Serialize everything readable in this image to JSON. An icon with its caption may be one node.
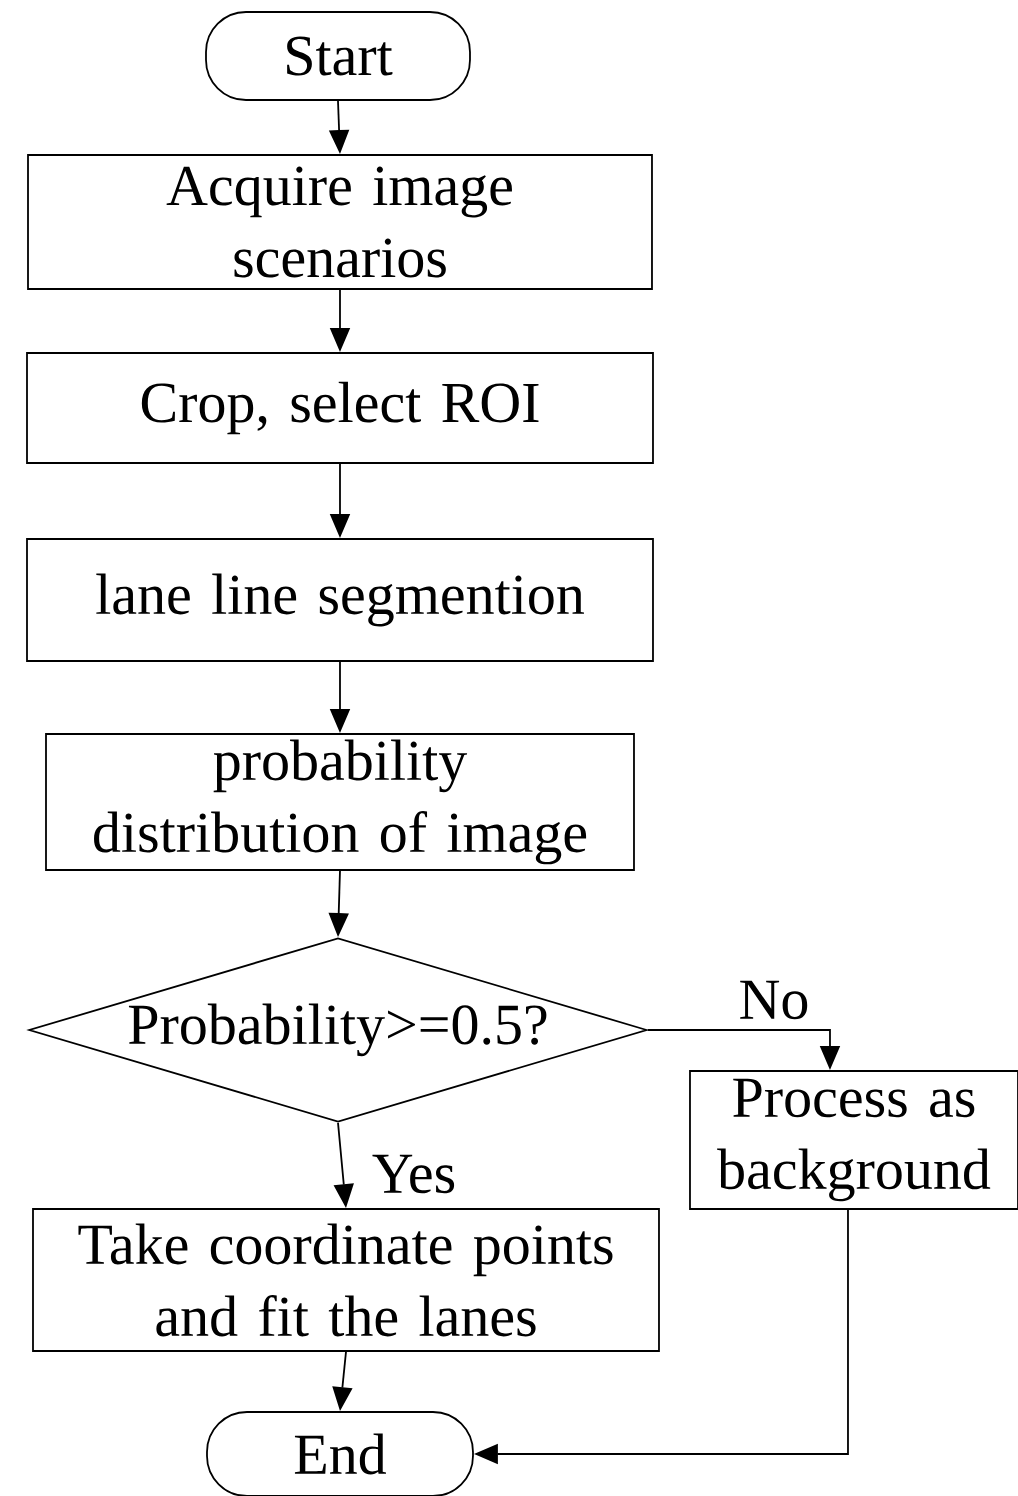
{
  "diagram": {
    "nodes": [
      {
        "text": [
          "Start"
        ]
      },
      {
        "text": [
          "Acquire image scenarios"
        ]
      },
      {
        "text": [
          "Crop, select ROI"
        ]
      },
      {
        "text": [
          "lane line segmention"
        ]
      },
      {
        "text": [
          "probability distribution of image"
        ]
      },
      {
        "text": [
          "Probability>=0.5?"
        ]
      },
      {
        "text": [
          "Process as background"
        ]
      },
      {
        "text": [
          "Take coordinate points and fit the lanes"
        ]
      },
      {
        "text": [
          "End"
        ]
      }
    ],
    "edges": [
      {
        "from": 0,
        "to": 1,
        "arrow": "to"
      },
      {
        "from": 1,
        "to": 2,
        "arrow": "to"
      },
      {
        "from": 2,
        "to": 3,
        "arrow": "to"
      },
      {
        "from": 3,
        "to": 4,
        "arrow": "to"
      },
      {
        "from": 4,
        "to": 5,
        "arrow": "to"
      },
      {
        "from": 5,
        "to": 6,
        "arrow": "to",
        "label": "No"
      },
      {
        "from": 5,
        "to": 7,
        "arrow": "to",
        "label": "Yes"
      },
      {
        "from": 7,
        "to": 8,
        "arrow": "to"
      },
      {
        "from": 6,
        "to": 8,
        "arrow": "to"
      }
    ]
  }
}
